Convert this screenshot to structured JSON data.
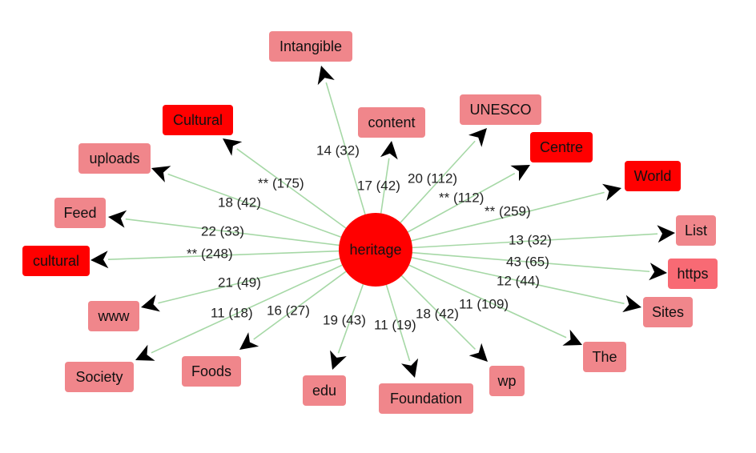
{
  "graph": {
    "center": {
      "label": "heritage",
      "color": "#ff0000"
    },
    "colors": {
      "strong": "#ff0000",
      "medium": "#f86a74",
      "light": "#f0868b",
      "edge": "#a6d8a6",
      "arrow": "#000000"
    },
    "nodes": [
      {
        "id": "intangible",
        "label": "Intangible",
        "edge_label": "14 (32)",
        "tone": "light"
      },
      {
        "id": "content",
        "label": "content",
        "edge_label": "17 (42)",
        "tone": "light"
      },
      {
        "id": "unesco",
        "label": "UNESCO",
        "edge_label": "20 (112)",
        "tone": "light"
      },
      {
        "id": "centre",
        "label": "Centre",
        "edge_label": "** (112)",
        "tone": "strong"
      },
      {
        "id": "world",
        "label": "World",
        "edge_label": "** (259)",
        "tone": "strong"
      },
      {
        "id": "list",
        "label": "List",
        "edge_label": "13 (32)",
        "tone": "light"
      },
      {
        "id": "https",
        "label": "https",
        "edge_label": "43 (65)",
        "tone": "medium"
      },
      {
        "id": "sites",
        "label": "Sites",
        "edge_label": "12 (44)",
        "tone": "light"
      },
      {
        "id": "the",
        "label": "The",
        "edge_label": "11 (109)",
        "tone": "light"
      },
      {
        "id": "wp",
        "label": "wp",
        "edge_label": "18 (42)",
        "tone": "light"
      },
      {
        "id": "foundation",
        "label": "Foundation",
        "edge_label": "11 (19)",
        "tone": "light"
      },
      {
        "id": "edu",
        "label": "edu",
        "edge_label": "19 (43)",
        "tone": "light"
      },
      {
        "id": "foods",
        "label": "Foods",
        "edge_label": "16 (27)",
        "tone": "light"
      },
      {
        "id": "society",
        "label": "Society",
        "edge_label": "11 (18)",
        "tone": "light"
      },
      {
        "id": "www",
        "label": "www",
        "edge_label": "21 (49)",
        "tone": "light"
      },
      {
        "id": "cultural-lower",
        "label": "cultural",
        "edge_label": "** (248)",
        "tone": "strong"
      },
      {
        "id": "feed",
        "label": "Feed",
        "edge_label": "22 (33)",
        "tone": "light"
      },
      {
        "id": "uploads",
        "label": "uploads",
        "edge_label": "18 (42)",
        "tone": "light"
      },
      {
        "id": "cultural-upper",
        "label": "Cultural",
        "edge_label": "** (175)",
        "tone": "strong"
      }
    ]
  }
}
